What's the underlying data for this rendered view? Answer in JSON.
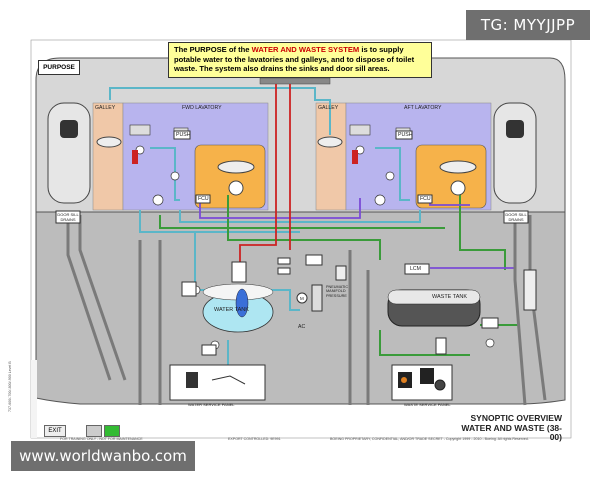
{
  "watermark": {
    "top_right": "TG: MYYJJPP",
    "bottom_left": "www.worldwanbo.com"
  },
  "purpose_button": "PURPOSE",
  "purpose_text": {
    "part1": "The PURPOSE of the ",
    "highlight": "WATER AND WASTE SYSTEM",
    "part2": " is to supply potable water to the lavatories and galleys, and to dispose of toilet waste. The system also drains the sinks and door sill areas."
  },
  "labels": {
    "galley_left": "GALLEY",
    "fwd_lavatory": "FWD LAVATORY",
    "galley_right": "GALLEY",
    "aft_lavatory": "AFT LAVATORY",
    "door_sill_drain_left": "DOOR SILL DRAINS",
    "door_sill_drain_right": "DOOR SILL DRAINS",
    "fcu_left": "FCU",
    "fcu_right": "FCU",
    "push_left": "PUSH",
    "push_right": "PUSH",
    "water_tank": "WATER TANK",
    "waste_tank": "WASTE TANK",
    "lcm": "LCM",
    "pneumatic": "PNEUMATIC MANIFOLD PRESSURE",
    "ac": "AC",
    "water_service_panel": "WATER SERVICE PANEL",
    "waste_service_panel": "WASTE SERVICE PANEL",
    "m": "M"
  },
  "title": {
    "line1": "SYNOPTIC OVERVIEW",
    "line2": "WATER AND WASTE (38-00)"
  },
  "footer": {
    "left": "FOR TRAINING ONLY - NOT FOR MAINTENANCE",
    "center": "EXPORT CONTROLLED: 9E991",
    "right": "BOEING PROPRIETARY, CONFIDENTIAL, AND/OR TRADE SECRET - Copyright 1999 - 2010 - Boeing. All rights Reserved.",
    "side": "737-600/-700/-800/-900 Level B"
  },
  "nav": {
    "exit": "EXIT"
  },
  "colors": {
    "potable": "#5bb6c8",
    "waste": "#3a9b3a",
    "pneumatic": "#7a4bd6",
    "hot": "#cc2222",
    "drain": "#7a7a7a",
    "lavatory": "#b8b4ee",
    "galley": "#f0c8a8",
    "toilet": "#f6b24a"
  },
  "icons": [
    "door-icon",
    "sink-icon",
    "faucet-icon",
    "valve-icon",
    "pump-icon",
    "motor-icon"
  ]
}
